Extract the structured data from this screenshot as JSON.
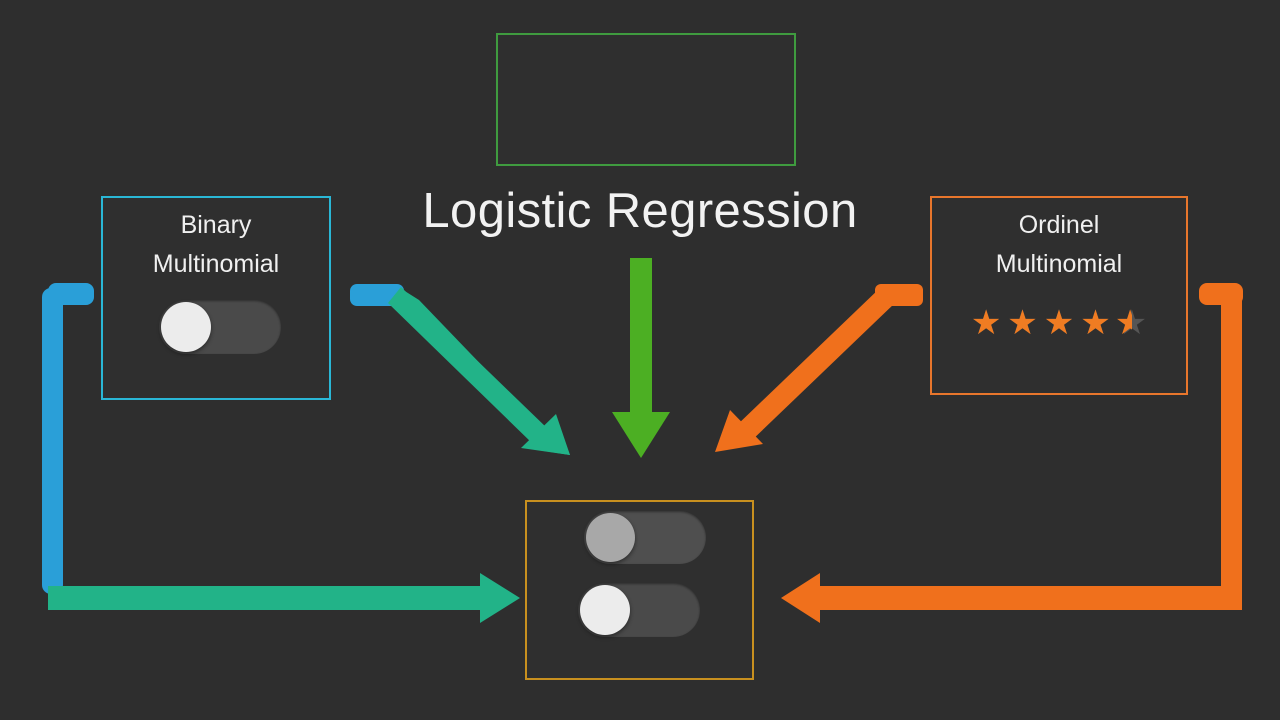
{
  "page": {
    "title": "Logistic Regression",
    "background_color": "#2e2e2e"
  },
  "title_frame": {
    "border_color": "#3f9b3f",
    "content": ""
  },
  "nodes": {
    "binary": {
      "label_line1": "Binary",
      "label_line2": "Multinomial",
      "border_color": "#2ab7d6",
      "toggle": {
        "name": "binary-toggle",
        "state": "off",
        "knob_color": "#ececec",
        "track_color": "#4a4a4a"
      }
    },
    "ordinal": {
      "label_line1": "Ordinel",
      "label_line2": "Multinomial",
      "border_color": "#e8762c",
      "rating": {
        "value": 4.5,
        "max": 5,
        "star_color": "#f07c22",
        "empty_color": "#8a8a8a"
      }
    },
    "output": {
      "border_color": "#c8901f",
      "toggles": [
        {
          "name": "output-toggle-top",
          "state": "off",
          "knob_color": "#a8a8a8",
          "track_color": "#4f4f4f"
        },
        {
          "name": "output-toggle-bottom",
          "state": "off",
          "knob_color": "#ececec",
          "track_color": "#4a4a4a"
        }
      ]
    }
  },
  "connectors": {
    "center_arrow": {
      "name": "center-down-arrow",
      "color": "#4caf23",
      "direction": "down"
    },
    "left_diagonal_arrow": {
      "name": "left-diagonal-arrow",
      "color": "#22b388",
      "direction": "down-right"
    },
    "right_diagonal_arrow": {
      "name": "right-diagonal-arrow",
      "color": "#f0701c",
      "direction": "down-left"
    },
    "left_loop": {
      "name": "left-loop-connector",
      "stub_color": "#2a9fd8",
      "rail_color": "#2a9fd8",
      "arrow_color": "#22b388",
      "direction": "right"
    },
    "right_loop": {
      "name": "right-loop-connector",
      "stub_color": "#f0701c",
      "rail_color": "#f0701c",
      "arrow_color": "#f0701c",
      "direction": "left"
    },
    "left_stub": {
      "name": "left-stub",
      "color": "#2a9fd8"
    },
    "right_stub": {
      "name": "right-stub",
      "color": "#f0701c"
    }
  }
}
